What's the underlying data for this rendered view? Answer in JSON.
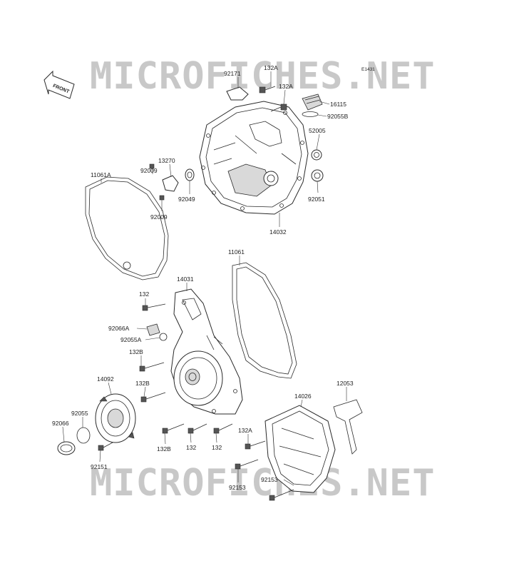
{
  "diagram": {
    "code": "E1431",
    "watermark": "MICROFICHES.NET",
    "front_label": "FRONT",
    "labels": {
      "l92171": "92171",
      "l132A_1": "132A",
      "l132A_2": "132A",
      "l16115": "16115",
      "l92055B": "92055B",
      "l52005": "52005",
      "l13270": "13270",
      "l92009_1": "92009",
      "l92009_2": "92009",
      "l92049": "92049",
      "l92051": "92051",
      "l14032": "14032",
      "l11061A": "11061A",
      "l11061": "11061",
      "l14031": "14031",
      "l132_1": "132",
      "l92066A": "92066A",
      "l92055A": "92055A",
      "l132B_1": "132B",
      "l14092": "14092",
      "l132B_2": "132B",
      "l92055": "92055",
      "l92066": "92066",
      "l92151": "92151",
      "l132B_3": "132B",
      "l132_2": "132",
      "l132_3": "132",
      "l132A_3": "132A",
      "l14026": "14026",
      "l12053": "12053",
      "l92153_1": "92153",
      "l92153_2": "92153"
    }
  }
}
